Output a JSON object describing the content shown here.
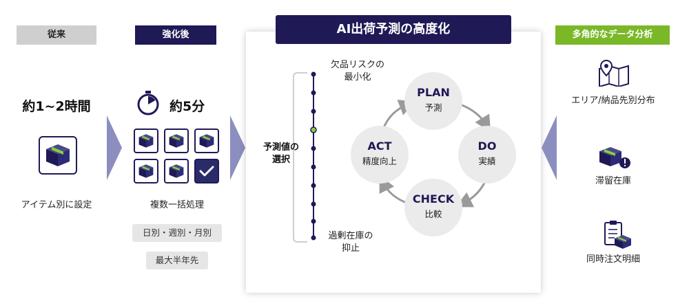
{
  "col1": {
    "tag": "従来",
    "time": "約1~2時間",
    "caption": "アイテム別に設定"
  },
  "col2": {
    "tag": "強化後",
    "time": "約5分",
    "caption": "複数一括処理",
    "pill1": "日別・週別・月別",
    "pill2": "最大半年先"
  },
  "panel": {
    "title": "AI出荷予測の高度化",
    "selection_label": "予測値の\n選択",
    "top_label": "欠品リスクの\n最小化",
    "bottom_label": "過剰在庫の\n抑止",
    "cycle": {
      "plan": {
        "title": "PLAN",
        "sub": "予測"
      },
      "do": {
        "title": "DO",
        "sub": "実績"
      },
      "check": {
        "title": "CHECK",
        "sub": "比較"
      },
      "act": {
        "title": "ACT",
        "sub": "精度向上"
      }
    }
  },
  "col4": {
    "tag": "多角的なデータ分析",
    "item1": "エリア/納品先別分布",
    "item2": "滞留在庫",
    "item3": "同時注文明細"
  },
  "colors": {
    "navy": "#1f1956",
    "green": "#7ab828",
    "arrow": "#8c8ec0",
    "gray": "#cfcfcf"
  }
}
